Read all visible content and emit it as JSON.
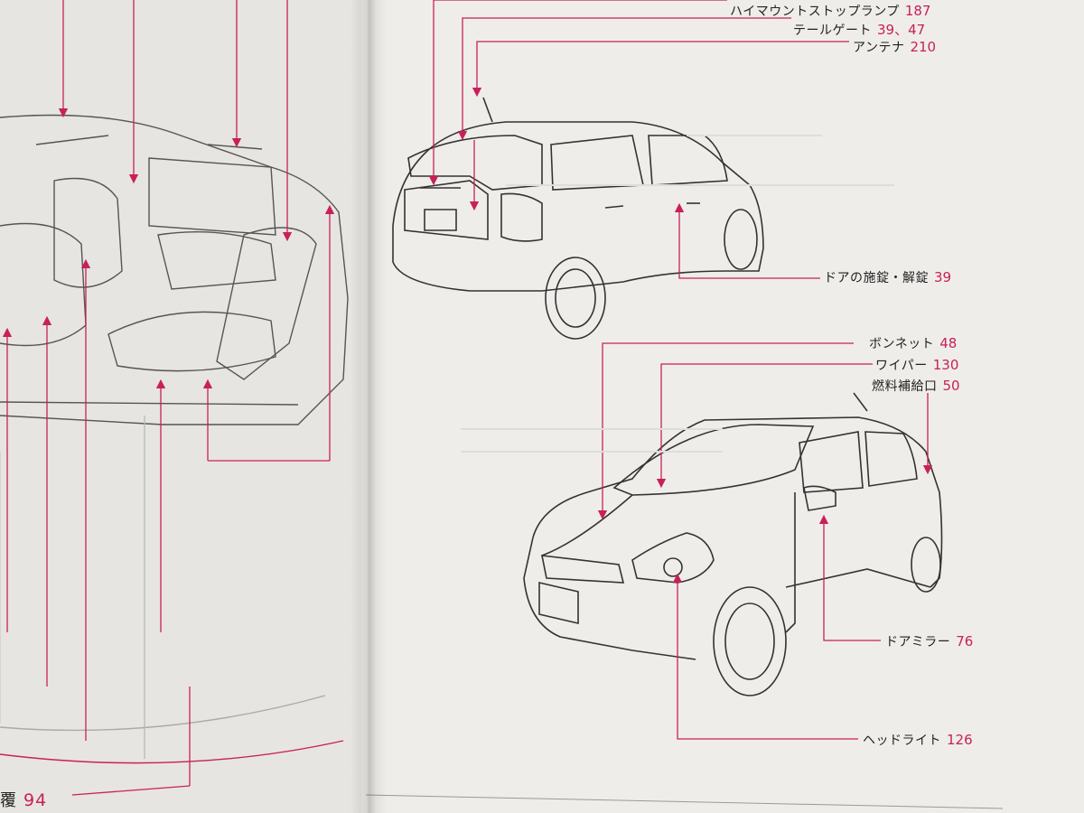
{
  "callouts": {
    "high_mount_stop_lamp": {
      "label": "ハイマウントストップランプ",
      "page": "187"
    },
    "tailgate": {
      "label": "テールゲート",
      "page": "39、47"
    },
    "antenna": {
      "label": "アンテナ",
      "page": "210"
    },
    "door_lock": {
      "label": "ドアの施錠・解錠",
      "page": "39"
    },
    "bonnet": {
      "label": "ボンネット",
      "page": "48"
    },
    "wiper": {
      "label": "ワイパー",
      "page": "130"
    },
    "fuel_filler": {
      "label": "燃料補給口",
      "page": "50"
    },
    "door_mirror": {
      "label": "ドアミラー",
      "page": "76"
    },
    "headlight": {
      "label": "ヘッドライト",
      "page": "126"
    }
  },
  "left_page": {
    "footer_label": "覆",
    "footer_page": "94"
  },
  "colors": {
    "accent": "#c8205a",
    "paper": "#efedea",
    "ink": "#2a2a2a"
  }
}
